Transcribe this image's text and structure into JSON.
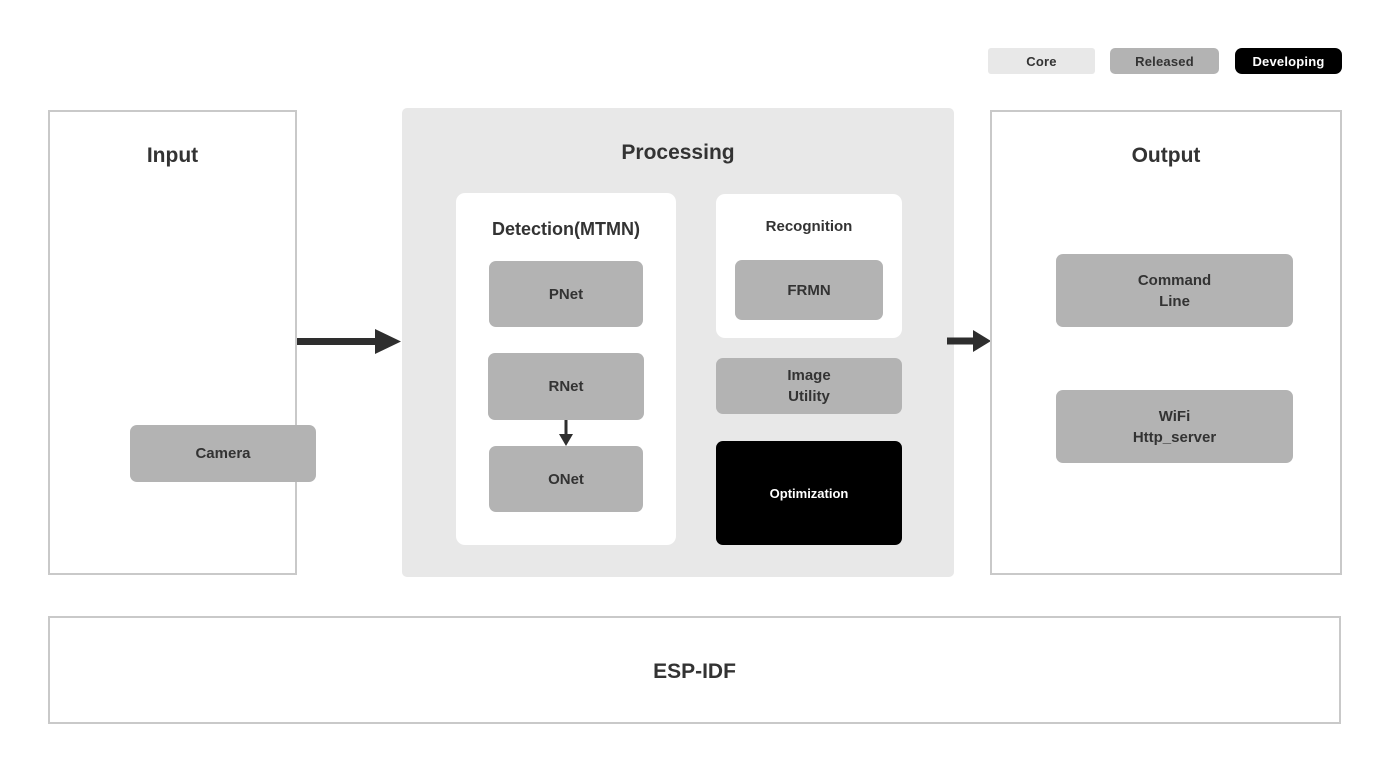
{
  "legend": {
    "core": {
      "label": "Core",
      "color": "#e8e8e8",
      "text_color": "#333333"
    },
    "released": {
      "label": "Released",
      "color": "#b3b3b3",
      "text_color": "#333333"
    },
    "developing": {
      "label": "Developing",
      "color": "#000000",
      "text_color": "#ffffff"
    }
  },
  "input": {
    "title": "Input",
    "camera_label": "Camera"
  },
  "processing": {
    "title": "Processing",
    "detection": {
      "title": "Detection(MTMN)",
      "pnet": "PNet",
      "rnet": "RNet",
      "onet": "ONet",
      "flow": "PNet -> RNet -> ONet"
    },
    "recognition": {
      "title": "Recognition",
      "frmn": "FRMN"
    },
    "image_utility": {
      "line1": "Image",
      "line2": "Utility"
    },
    "optimization_label": "Optimization"
  },
  "output": {
    "title": "Output",
    "command_line": {
      "line1": "Command",
      "line2": "Line"
    },
    "wifi": {
      "line1": "WiFi",
      "line2": "Http_server"
    }
  },
  "foundation": {
    "title": "ESP-IDF"
  },
  "flows": [
    "Input -> Processing",
    "Processing -> Output"
  ],
  "colors": {
    "processing_background": "#e8e8e8",
    "block_gray": "#b3b3b3",
    "block_black": "#000000",
    "panel_border": "#c9c9c9",
    "arrow": "#2e2e2e",
    "text": "#333333"
  }
}
